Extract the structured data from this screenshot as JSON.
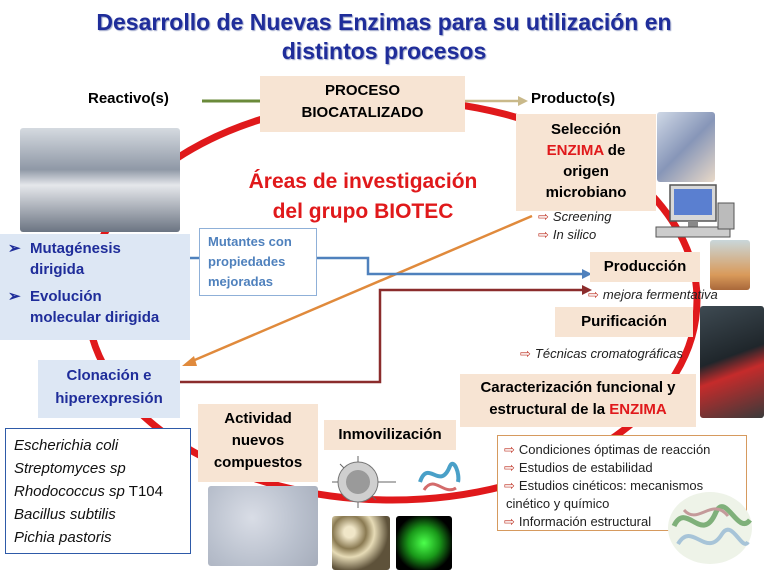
{
  "title": {
    "line1": "Desarrollo de Nuevas Enzimas para su utilización en",
    "line2": "distintos procesos"
  },
  "flow": {
    "reactivo": "Reactivo(s)",
    "proceso_l1": "PROCESO",
    "proceso_l2": "BIOCATALIZADO",
    "producto": "Producto(s)"
  },
  "areas": {
    "line1": "Áreas de investigación",
    "line2": "del grupo BIOTEC"
  },
  "seleccion": {
    "l1": "Selección",
    "enzima": "ENZIMA",
    "de": " de",
    "l3": "origen",
    "l4": "microbiano",
    "items": [
      "Screening",
      "In silico"
    ]
  },
  "produccion": {
    "label": "Producción",
    "sub": "mejora fermentativa"
  },
  "purificacion": {
    "label": "Purificación",
    "sub": "Técnicas cromatográficas"
  },
  "caracterizacion": {
    "l1": "Caracterización funcional y",
    "l2": "estructural de la ",
    "enzima": "ENZIMA"
  },
  "caract_items": [
    "Condiciones óptimas de reacción",
    "Estudios de estabilidad",
    "Estudios cinéticos: mecanismos",
    "cinético y químico",
    "Información estructural"
  ],
  "mutagenesis": {
    "i1a": "Mutagénesis",
    "i1b": "dirigida",
    "i2a": "Evolución",
    "i2b": "molecular dirigida"
  },
  "mutantes": {
    "l1": "Mutantes con",
    "l2": "propiedades",
    "l3": "mejoradas"
  },
  "clonacion": {
    "l1": "Clonación e",
    "l2": "hiperexpresión"
  },
  "organismos": [
    "Escherichia coli",
    "Streptomyces sp",
    "Rhodococcus sp",
    "Bacillus subtilis",
    "Pichia pastoris"
  ],
  "organismo_sufijo": " T104",
  "actividad": {
    "l1": "Actividad",
    "l2": "nuevos",
    "l3": "compuestos"
  },
  "inmovilizacion": "Inmovilización",
  "colors": {
    "title": "#1f2d9a",
    "red": "#e0191b",
    "arrow_orange": "#e08a3c",
    "arrow_blue": "#4f81bd",
    "arrow_darkred": "#8b2c2c",
    "arrow_green": "#6a8a3a"
  }
}
